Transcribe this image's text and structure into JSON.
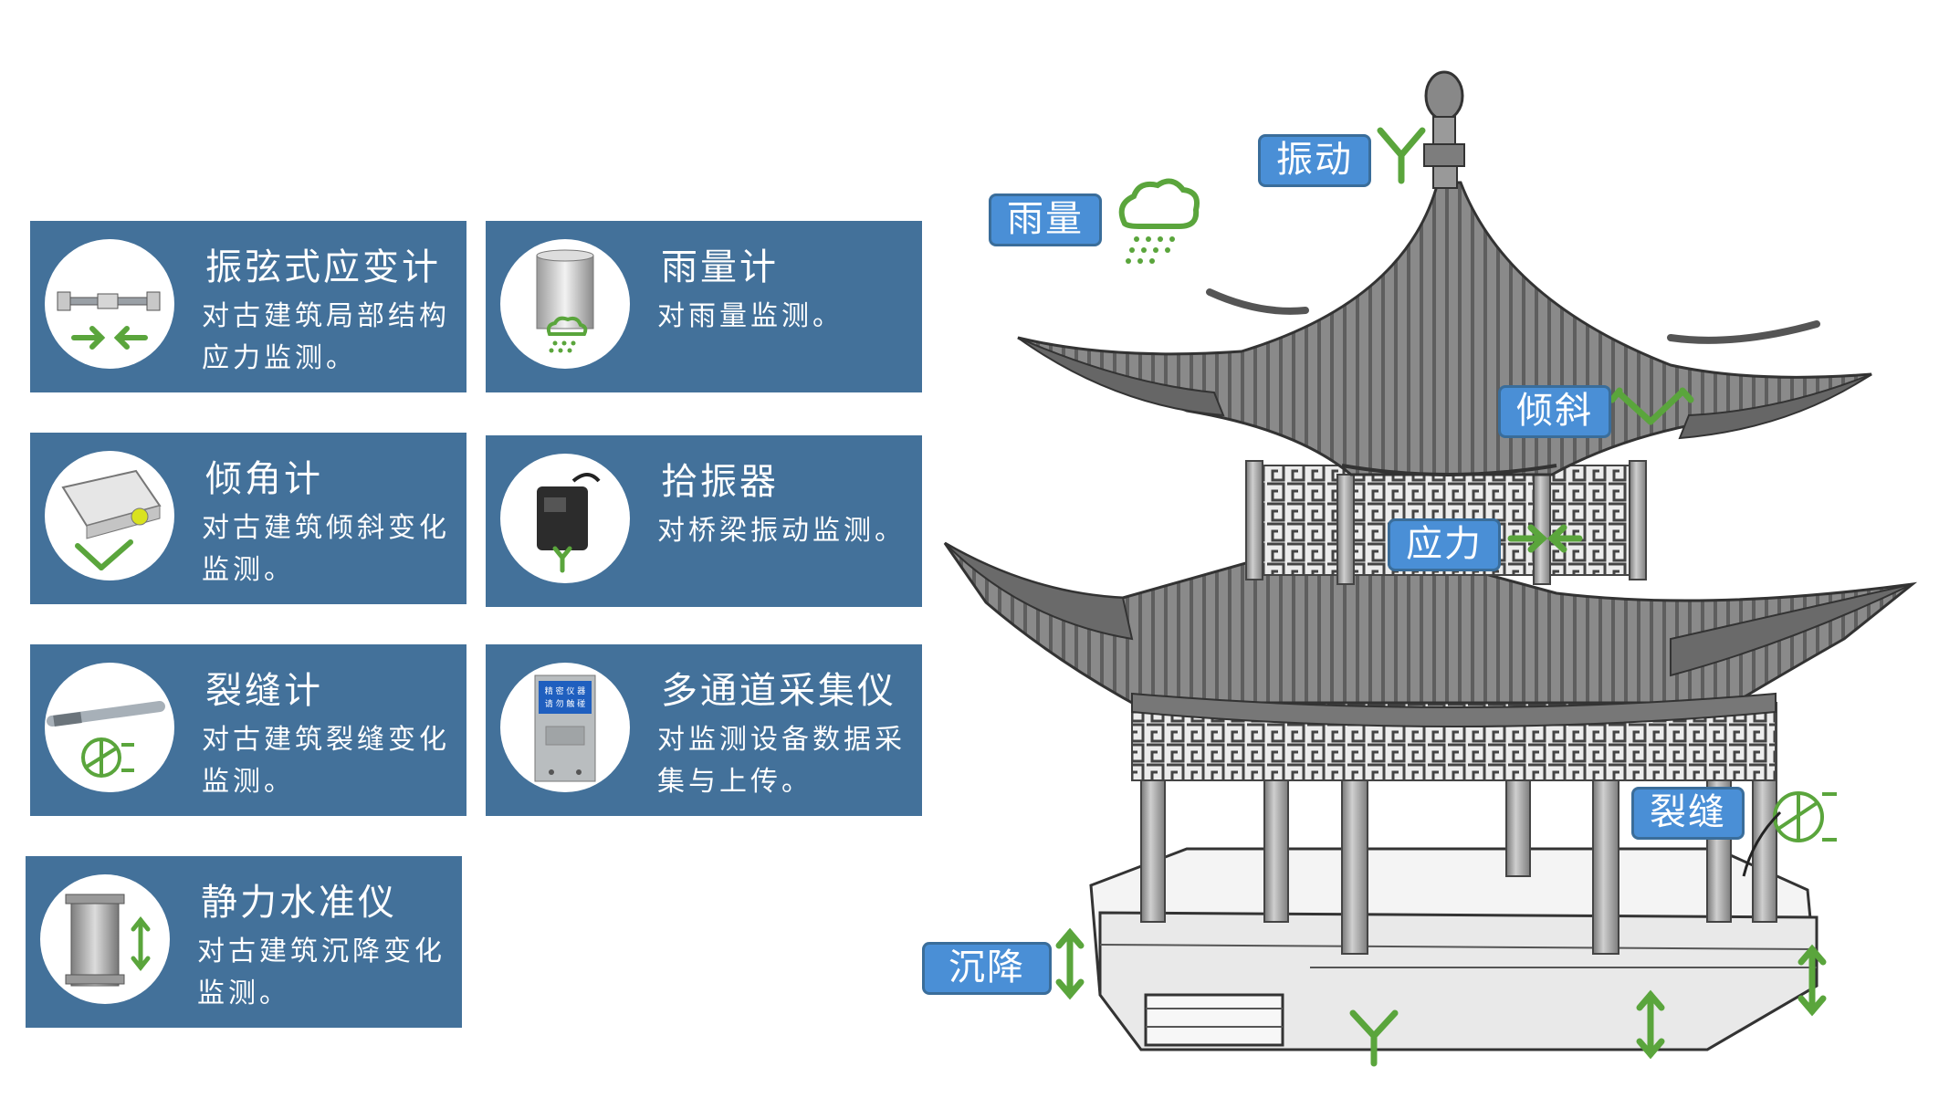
{
  "cards": [
    {
      "title": "振弦式应变计",
      "desc": "对古建筑局部结构应力监测。",
      "icon": "strain-gauge-icon"
    },
    {
      "title": "雨量计",
      "desc": "对雨量监测。",
      "icon": "rain-gauge-icon"
    },
    {
      "title": "倾角计",
      "desc": "对古建筑倾斜变化监测。",
      "icon": "inclinometer-icon"
    },
    {
      "title": "拾振器",
      "desc": "对桥梁振动监测。",
      "icon": "vibration-pickup-icon"
    },
    {
      "title": "裂缝计",
      "desc": "对古建筑裂缝变化监测。",
      "icon": "crack-meter-icon"
    },
    {
      "title": "多通道采集仪",
      "desc": "对监测设备数据采集与上传。",
      "icon": "data-logger-icon"
    },
    {
      "title": "静力水准仪",
      "desc": "对古建筑沉降变化监测。",
      "icon": "hydrostatic-level-icon"
    }
  ],
  "labels": {
    "vibration": "振动",
    "rain": "雨量",
    "tilt": "倾斜",
    "stress": "应力",
    "crack": "裂缝",
    "settlement": "沉降"
  },
  "device_text": {
    "line1": "精 密 仪 器",
    "line2": "请 勿 触 碰"
  },
  "colors": {
    "card_bg": "#43719a",
    "label_bg": "#4a8fd6",
    "accent_green": "#5aa53c"
  }
}
